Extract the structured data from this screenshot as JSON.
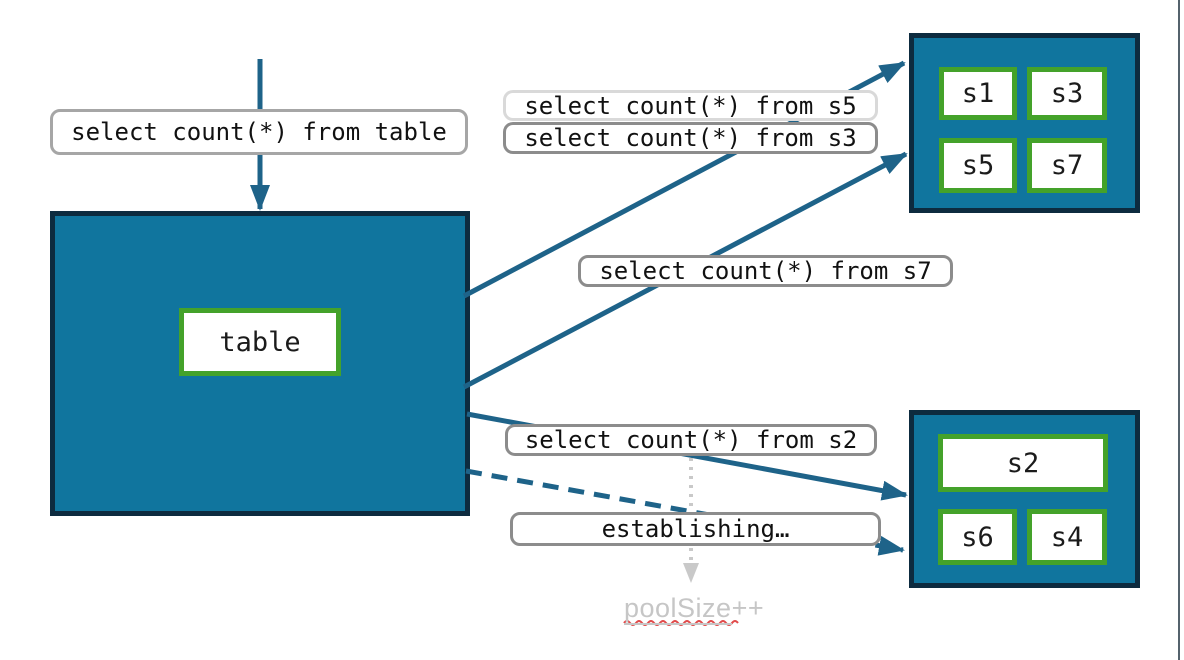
{
  "diagram": {
    "table_node": {
      "label": "table"
    },
    "queries": {
      "table": "select count(*) from table",
      "s5": "select count(*) from s5",
      "s3": "select count(*) from s3",
      "s7": "select count(*) from s7",
      "s2": "select count(*) from s2",
      "establishing": "establishing…"
    },
    "shard_groups": {
      "top": [
        "s1",
        "s3",
        "s5",
        "s7"
      ],
      "bottom_wide": "s2",
      "bottom": [
        "s6",
        "s4"
      ]
    },
    "annotations": {
      "poolsize_word": "poolSize",
      "poolsize_suffix": "++"
    },
    "colors": {
      "teal_fill": "#10759e",
      "navy_border": "#0d2b3f",
      "green_border": "#44a22a",
      "arrow": "#1e6389",
      "label_border": "#8c8c8c",
      "label_border_light": "#d9d9d9",
      "label_border_main": "#a6a6a6",
      "dotted_arrow": "#c9c9c9",
      "muted_text": "#c6c6c6",
      "squiggle_red": "#e14b4b",
      "edge_line": "#2a3b47"
    }
  }
}
